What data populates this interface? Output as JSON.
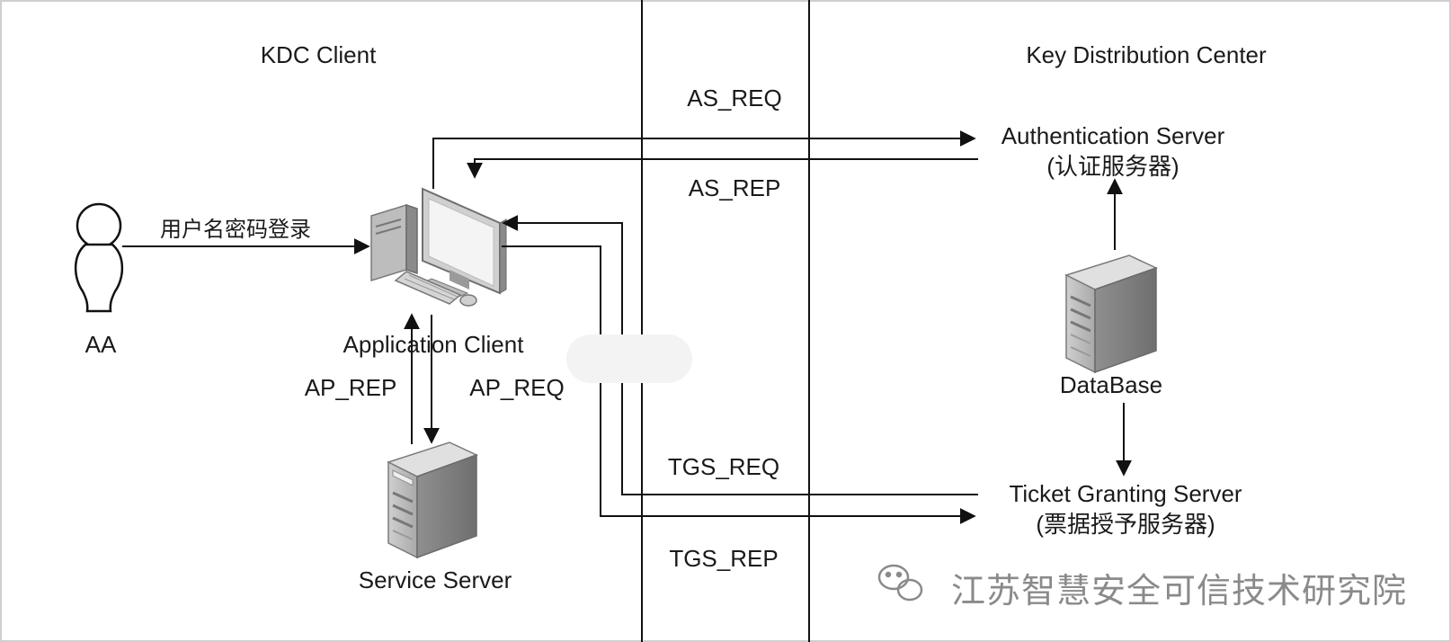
{
  "regions": {
    "left_title": "KDC Client",
    "right_title": "Key Distribution Center"
  },
  "user": {
    "name": "AA",
    "login_label": "用户名密码登录"
  },
  "nodes": {
    "application_client": "Application Client",
    "service_server": "Service Server",
    "database": "DataBase",
    "authentication_server": "Authentication Server\n(认证服务器)",
    "ticket_granting_server": "Ticket Granting Server\n(票据授予服务器)"
  },
  "messages": {
    "as_req": "AS_REQ",
    "as_rep": "AS_REP",
    "tgs_req": "TGS_REQ",
    "tgs_rep": "TGS_REP",
    "ap_rep": "AP_REP",
    "ap_req": "AP_REQ"
  },
  "watermark": {
    "text": "江苏智慧安全可信技术研究院"
  },
  "colors": {
    "line": "#111111",
    "server_body": "#b9b9b9",
    "server_dark": "#8a8a8a",
    "watermark": "#8a8a8a"
  }
}
